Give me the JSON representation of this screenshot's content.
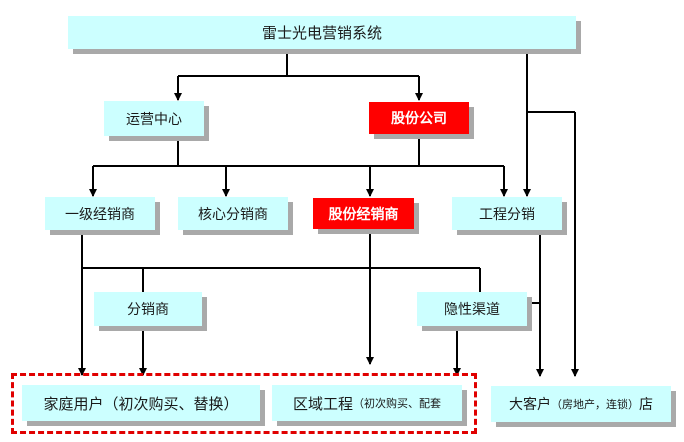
{
  "nodes": {
    "system": "雷士光电营销系统",
    "ops_center": "运营中心",
    "holding_company": "股份公司",
    "tier1_distributor": "一级经销商",
    "core_subdistributor": "核心分销商",
    "holding_distributor": "股份经销商",
    "engineering_dist": "工程分销",
    "subdistributor": "分销商",
    "hidden_channel": "隐性渠道",
    "home_users": "家庭用户（初次购买、替换）",
    "regional_eng_main": "区域工程",
    "regional_eng_note": "（初次购买、配套",
    "big_customer_main": "大客户",
    "big_customer_note": "（房地产，连锁）",
    "big_customer_tail": "店"
  },
  "colors": {
    "box_fill": "#ccffff",
    "highlight_fill": "#ff0000",
    "shadow": "#a9a9a9",
    "arrow": "#000000",
    "group_outline": "#e00000"
  }
}
